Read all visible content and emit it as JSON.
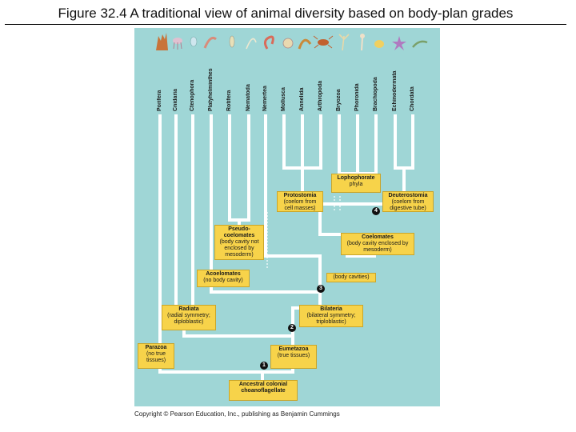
{
  "title": "Figure 32.4 A traditional view of animal diversity based on body-plan grades",
  "phyla": [
    "Porifera",
    "Cnidaria",
    "Ctenophora",
    "Platyhelminthes",
    "Rotifera",
    "Nematoda",
    "Nemertea",
    "Mollusca",
    "Annelida",
    "Arthropoda",
    "Bryozoa",
    "Phoronida",
    "Brachiopoda",
    "Echinodermata",
    "Chordata"
  ],
  "grades": {
    "lophophorate": {
      "title": "Lophophorate",
      "desc": "phyla"
    },
    "protostomia": {
      "title": "Protostomia",
      "desc": "(coelom from cell masses)"
    },
    "deuterostomia": {
      "title": "Deuterostomia",
      "desc": "(coelom from digestive tube)"
    },
    "pseudocoelomates": {
      "title": "Pseudo-coelomates",
      "desc": "(body cavity not enclosed by mesoderm)"
    },
    "coelomates": {
      "title": "Coelomates",
      "desc": "(body cavity enclosed by mesoderm)"
    },
    "acoelomates": {
      "title": "Acoelomates",
      "desc": "(no body cavity)"
    },
    "body_cavities": {
      "title": "",
      "desc": "(body cavities)"
    },
    "radiata": {
      "title": "Radiata",
      "desc": "(radial symmetry; diploblastic)"
    },
    "bilateria": {
      "title": "Bilateria",
      "desc": "(bilateral symmetry; triploblastic)"
    },
    "parazoa": {
      "title": "Parazoa",
      "desc": "(no true tissues)"
    },
    "eumetazoa": {
      "title": "Eumetazoa",
      "desc": "(true tissues)"
    },
    "ancestor": {
      "title": "Ancestral colonial choanoflagellate",
      "desc": ""
    }
  },
  "nodes": [
    "1",
    "2",
    "3",
    "4"
  ],
  "copyright": "Copyright © Pearson Education, Inc., publishing as Benjamin Cummings",
  "colors": {
    "panel": "#9fd6d6",
    "branch": "#ffffff",
    "box": "#f7d34a",
    "node": "#111111"
  }
}
